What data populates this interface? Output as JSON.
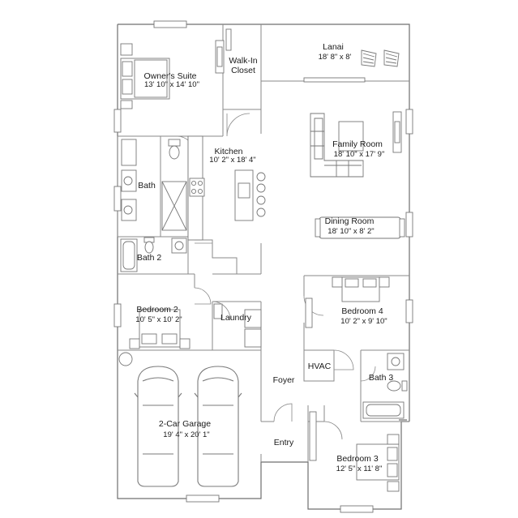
{
  "rooms": {
    "owners_suite": {
      "name": "Owner's Suite",
      "dims": "13' 10\" x 14' 10\""
    },
    "walk_in_closet": {
      "name_line1": "Walk-In",
      "name_line2": "Closet"
    },
    "lanai": {
      "name": "Lanai",
      "dims": "18' 8\" x 8'"
    },
    "kitchen": {
      "name": "Kitchen",
      "dims": "10' 2\" x 18' 4\""
    },
    "family_room": {
      "name": "Family Room",
      "dims": "18' 10\" x 17' 9\""
    },
    "bath": {
      "name": "Bath"
    },
    "dining_room": {
      "name": "Dining Room",
      "dims": "18' 10\" x 8' 2\""
    },
    "bath_2": {
      "name": "Bath 2"
    },
    "bedroom_2": {
      "name": "Bedroom 2",
      "dims": "10' 5\" x 10' 2\""
    },
    "laundry": {
      "name": "Laundry"
    },
    "bedroom_4": {
      "name": "Bedroom 4",
      "dims": "10' 2\" x 9' 10\""
    },
    "hvac": {
      "name": "HVAC"
    },
    "foyer": {
      "name": "Foyer"
    },
    "bath_3": {
      "name": "Bath 3"
    },
    "garage": {
      "name": "2-Car Garage",
      "dims": "19' 4\" x 20' 1\""
    },
    "entry": {
      "name": "Entry"
    },
    "bedroom_3": {
      "name": "Bedroom 3",
      "dims": "12' 5\" x 11' 8\""
    }
  }
}
